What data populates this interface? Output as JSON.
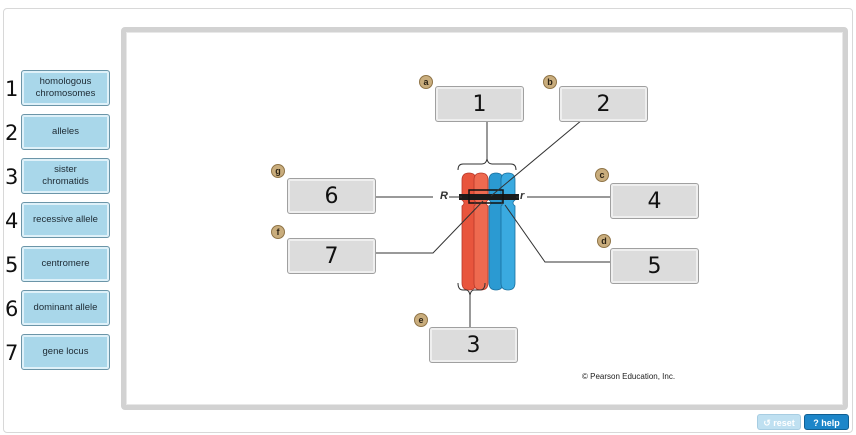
{
  "labels": [
    {
      "name": "homologous chromosomes",
      "line1": "homologous",
      "line2": "chromosomes",
      "handwritten": "1"
    },
    {
      "name": "alleles",
      "line1": "alleles",
      "line2": "",
      "handwritten": "2"
    },
    {
      "name": "sister chromatids",
      "line1": "sister",
      "line2": "chromatids",
      "handwritten": "3"
    },
    {
      "name": "recessive allele",
      "line1": "recessive allele",
      "line2": "",
      "handwritten": "4"
    },
    {
      "name": "centromere",
      "line1": "centromere",
      "line2": "",
      "handwritten": "5"
    },
    {
      "name": "dominant allele",
      "line1": "dominant allele",
      "line2": "",
      "handwritten": "6"
    },
    {
      "name": "gene locus",
      "line1": "gene locus",
      "line2": "",
      "handwritten": "7"
    }
  ],
  "targets": {
    "a": {
      "badge": "a",
      "answer": "1"
    },
    "b": {
      "badge": "b",
      "answer": "2"
    },
    "c": {
      "badge": "c",
      "answer": "4"
    },
    "d": {
      "badge": "d",
      "answer": "5"
    },
    "e": {
      "badge": "e",
      "answer": "3"
    },
    "f": {
      "badge": "f",
      "answer": "7"
    },
    "g": {
      "badge": "g",
      "answer": "6"
    }
  },
  "diagram": {
    "allele_left": "R",
    "allele_right": "r",
    "copyright": "© Pearson Education, Inc."
  },
  "buttons": {
    "reset": "↺ reset",
    "help": "? help"
  },
  "colors": {
    "red_chromosome": "#e8553d",
    "blue_chromosome": "#2b9ad2",
    "label_tile": "#a9d7ea",
    "target_box": "#dcdcdc",
    "badge": "#c9ad7d"
  }
}
